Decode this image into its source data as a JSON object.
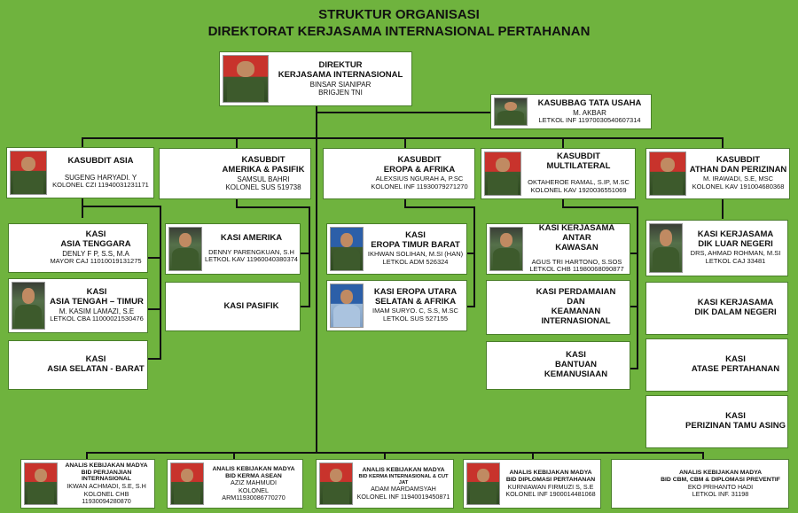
{
  "title": [
    "STRUKTUR ORGANISASI",
    "DIREKTORAT KERJASAMA INTERNASIONAL PERTAHANAN"
  ],
  "direktur": [
    "DIREKTUR",
    "KERJASAMA INTERNASIONAL",
    "BINSAR SIANIPAR",
    "BRIGJEN TNI"
  ],
  "kasubbag": [
    "KASUBBAG TATA USAHA",
    "M. AKBAR",
    "LETKOL INF 11970030540607314"
  ],
  "kasubdit": {
    "asia": [
      "KASUBDIT ASIA",
      "SUGENG HARYADI. Y",
      "KOLONEL CZI 11940031231171"
    ],
    "amerika": [
      "KASUBDIT",
      "AMERIKA & PASIFIK",
      "SAMSUL BAHRI",
      "KOLONEL SUS 519738"
    ],
    "eropa": [
      "KASUBDIT",
      "EROPA & AFRIKA",
      "ALEXSIUS NGURAH A, P.SC",
      "KOLONEL INF 11930079271270"
    ],
    "multilateral": [
      "KASUBDIT MULTILATERAL",
      "OKTAHEROE RAMAL, S.IP, M.SC",
      "KOLONEL KAV 1920036551069"
    ],
    "athan": [
      "KASUBDIT",
      "ATHAN DAN PERIZINAN",
      "M. IRAWADI, S.E, MSC",
      "KOLONEL KAV 191004680368"
    ]
  },
  "kasi": {
    "asia_tenggara": [
      "KASI",
      "ASIA TENGGARA",
      "DENLY F P, S.S, M.A",
      "MAYOR CAJ 11010019131275"
    ],
    "asia_tengah": [
      "KASI",
      "ASIA TENGAH – TIMUR",
      "M. KASIM LAMAZI, S.E",
      "LETKOL CBA 11000021530476"
    ],
    "asia_selatan": [
      "KASI",
      "ASIA SELATAN - BARAT"
    ],
    "amerika": [
      "KASI AMERIKA",
      "DENNY PARENGKUAN, S.H",
      "LETKOL KAV 11960040380374"
    ],
    "pasifik": [
      "KASI PASIFIK"
    ],
    "eropa_timur": [
      "KASI",
      "EROPA TIMUR BARAT",
      "IKHWAN SOLIHAN, M.SI (HAN)",
      "LETKOL ADM 526324"
    ],
    "eropa_utara": [
      "KASI EROPA UTARA",
      "SELATAN & AFRIKA",
      "IMAM SURYO. C, S.S, M.SC",
      "LETKOL SUS 527155"
    ],
    "antar_kawasan": [
      "KASI KERJASAMA ANTAR",
      "KAWASAN",
      "AGUS TRI HARTONO, S.SOS",
      "LETKOL CHB 11980068090877"
    ],
    "perdamaian": [
      "KASI PERDAMAIAN",
      "DAN",
      "KEAMANAN",
      "INTERNASIONAL"
    ],
    "bantuan": [
      "KASI",
      "BANTUAN KEMANUSIAAN"
    ],
    "dik_luar": [
      "KASI KERJASAMA",
      "DIK LUAR NEGERI",
      "DRS, AHMAD ROHMAN, M.SI",
      "LETKOL CAJ 33481"
    ],
    "dik_dalam": [
      "KASI KERJASAMA",
      "DIK DALAM NEGERI"
    ],
    "atase": [
      "KASI",
      "ATASE PERTAHANAN"
    ],
    "perizinan": [
      "KASI",
      "PERIZINAN TAMU ASING"
    ]
  },
  "analis": [
    [
      "ANALIS KEBIJAKAN MADYA",
      "BID PERJANJIAN INTERNASIONAL",
      "IKWAN ACHMADI, S.E, S.H",
      "KOLONEL CHB 11930094280870"
    ],
    [
      "ANALIS KEBIJAKAN MADYA",
      "BID KERMA ASEAN",
      "AZIZ MAHMUDI",
      "KOLONEL ARM11930086770270"
    ],
    [
      "ANALIS KEBIJAKAN MADYA",
      "BID KERMA INTERNASIONAL & CUT JAT",
      "ADAM MARDAMSYAH",
      "KOLONEL INF 11940019450871"
    ],
    [
      "ANALIS KEBIJAKAN MADYA",
      "BID DIPLOMASI PERTAHANAN",
      "KURNIAWAN FIRMUZI S, S.E",
      "KOLONEL INF 1900014481068"
    ],
    [
      "ANALIS KEBIJAKAN MADYA",
      "BID CBM, CBM & DIPLOMASI PREVENTIF",
      "EKO PRIHANTO HADI",
      "LETKOL INF. 31198"
    ]
  ]
}
